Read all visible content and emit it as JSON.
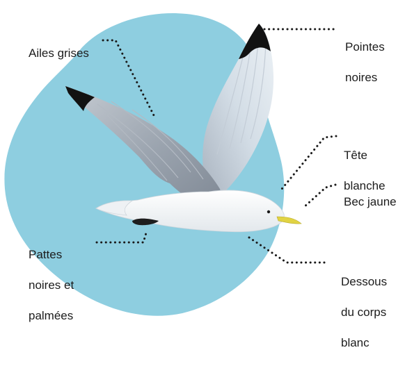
{
  "colors": {
    "blob": "#8ecee0",
    "leader": "#1a1a1a",
    "wing_grey": "#a4adb7",
    "wing_light": "#dde5ec",
    "wing_tip": "#121212",
    "body": "#ffffff",
    "beak": "#e1d343",
    "legs": "#1e1e1e"
  },
  "labels": {
    "wings": {
      "lines": [
        "Ailes grises"
      ]
    },
    "tips": {
      "lines": [
        "Pointes",
        "noires"
      ]
    },
    "head": {
      "lines": [
        "Tête",
        "blanche"
      ]
    },
    "beak": {
      "lines": [
        "Bec jaune"
      ]
    },
    "legs": {
      "lines": [
        "Pattes",
        "noires et",
        "palmées"
      ]
    },
    "belly": {
      "lines": [
        "Dessous",
        "du corps",
        "blanc"
      ]
    }
  }
}
